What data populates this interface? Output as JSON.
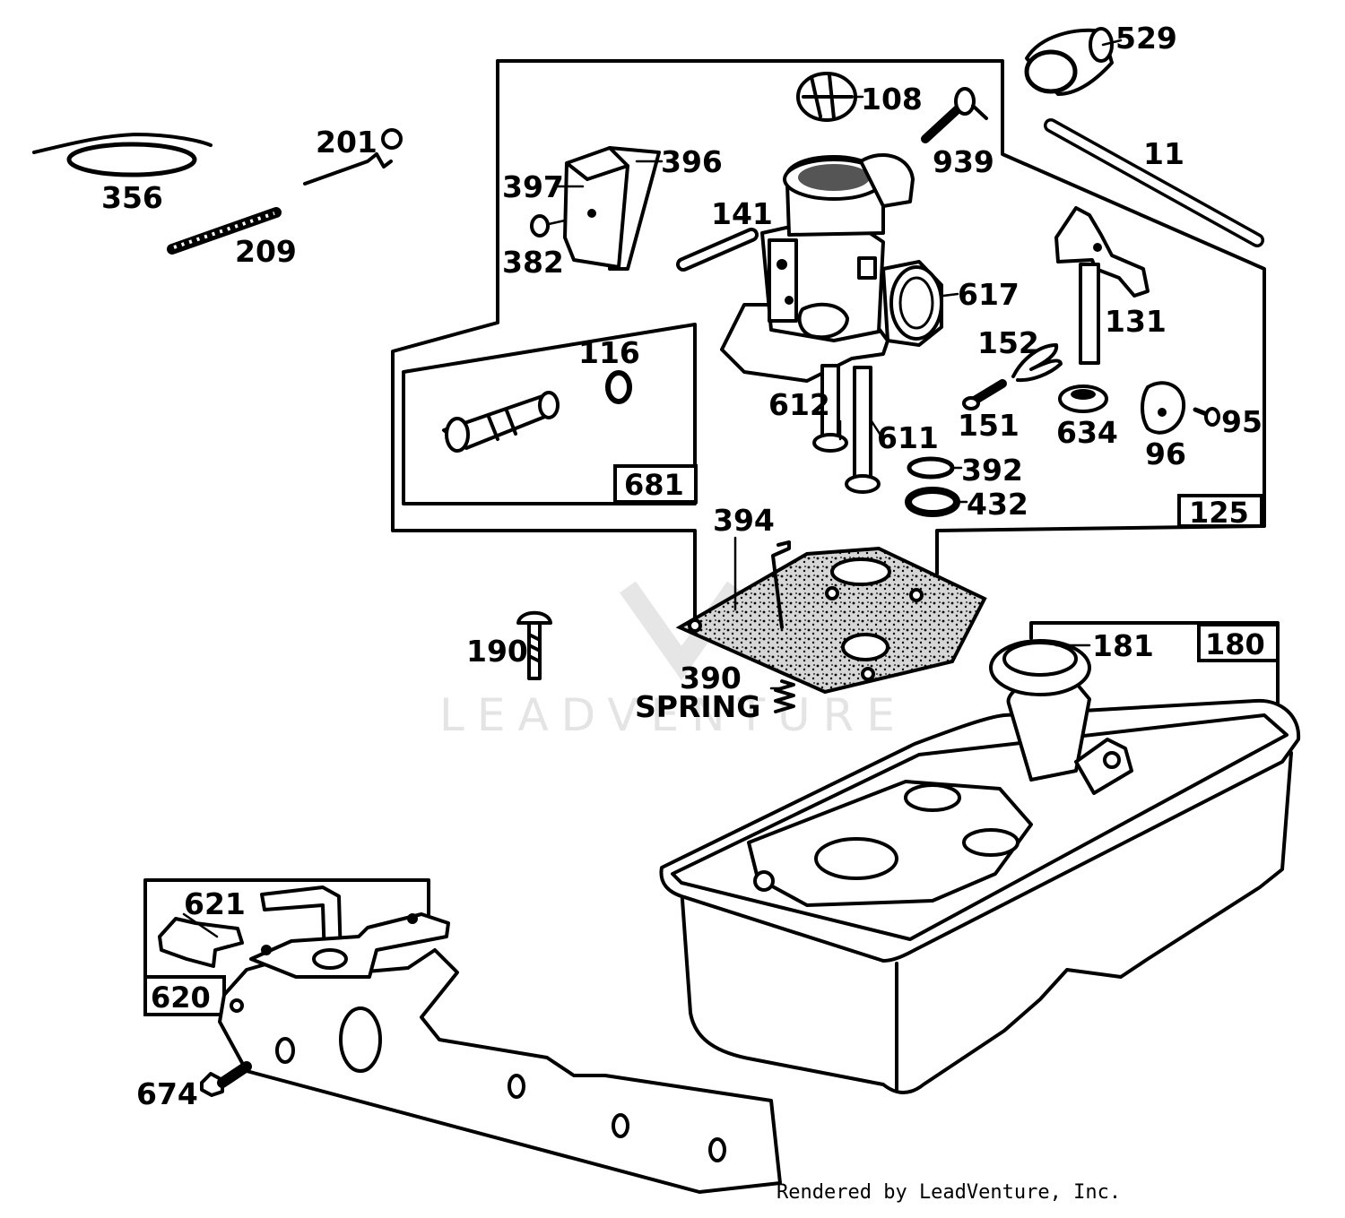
{
  "watermark": "LEADVENTURE",
  "credit": "Rendered by LeadVenture, Inc.",
  "box_labels": {
    "b681": "681",
    "b125": "125",
    "b180": "180",
    "b620": "620"
  },
  "labels": {
    "p529": "529",
    "p108": "108",
    "p939": "939",
    "p11": "11",
    "p396": "396",
    "p397": "397",
    "p382": "382",
    "p141": "141",
    "p617": "617",
    "p131": "131",
    "p152": "152",
    "p116": "116",
    "p612": "612",
    "p611": "611",
    "p151": "151",
    "p634": "634",
    "p95": "95",
    "p96": "96",
    "p392": "392",
    "p432": "432",
    "p394": "394",
    "p190": "190",
    "p390": "390",
    "spring": "SPRING",
    "p181": "181",
    "p356": "356",
    "p201": "201",
    "p209": "209",
    "p621": "621",
    "p674": "674"
  }
}
